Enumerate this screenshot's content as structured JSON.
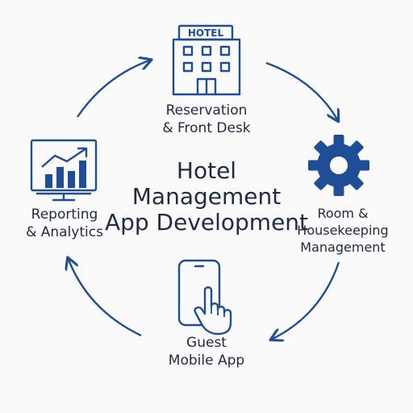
{
  "title": {
    "lines": [
      "Hotel",
      "Management",
      "App Development"
    ]
  },
  "nodes": [
    {
      "id": "reservation",
      "icon": "hotel-building-icon",
      "icon_text": "HOTEL",
      "label_lines": [
        "Reservation",
        "& Front Desk"
      ]
    },
    {
      "id": "room",
      "icon": "gear-icon",
      "label_lines": [
        "Room &",
        "Housekeeping",
        "Management"
      ]
    },
    {
      "id": "guest",
      "icon": "smartphone-tap-icon",
      "label_lines": [
        "Guest",
        "Mobile App"
      ]
    },
    {
      "id": "reporting",
      "icon": "bar-chart-monitor-icon",
      "label_lines": [
        "Reporting",
        "& Analytics"
      ]
    }
  ],
  "colors": {
    "accent": "#1f4e96",
    "text": "#1f2a44",
    "background": "#fafafa"
  }
}
